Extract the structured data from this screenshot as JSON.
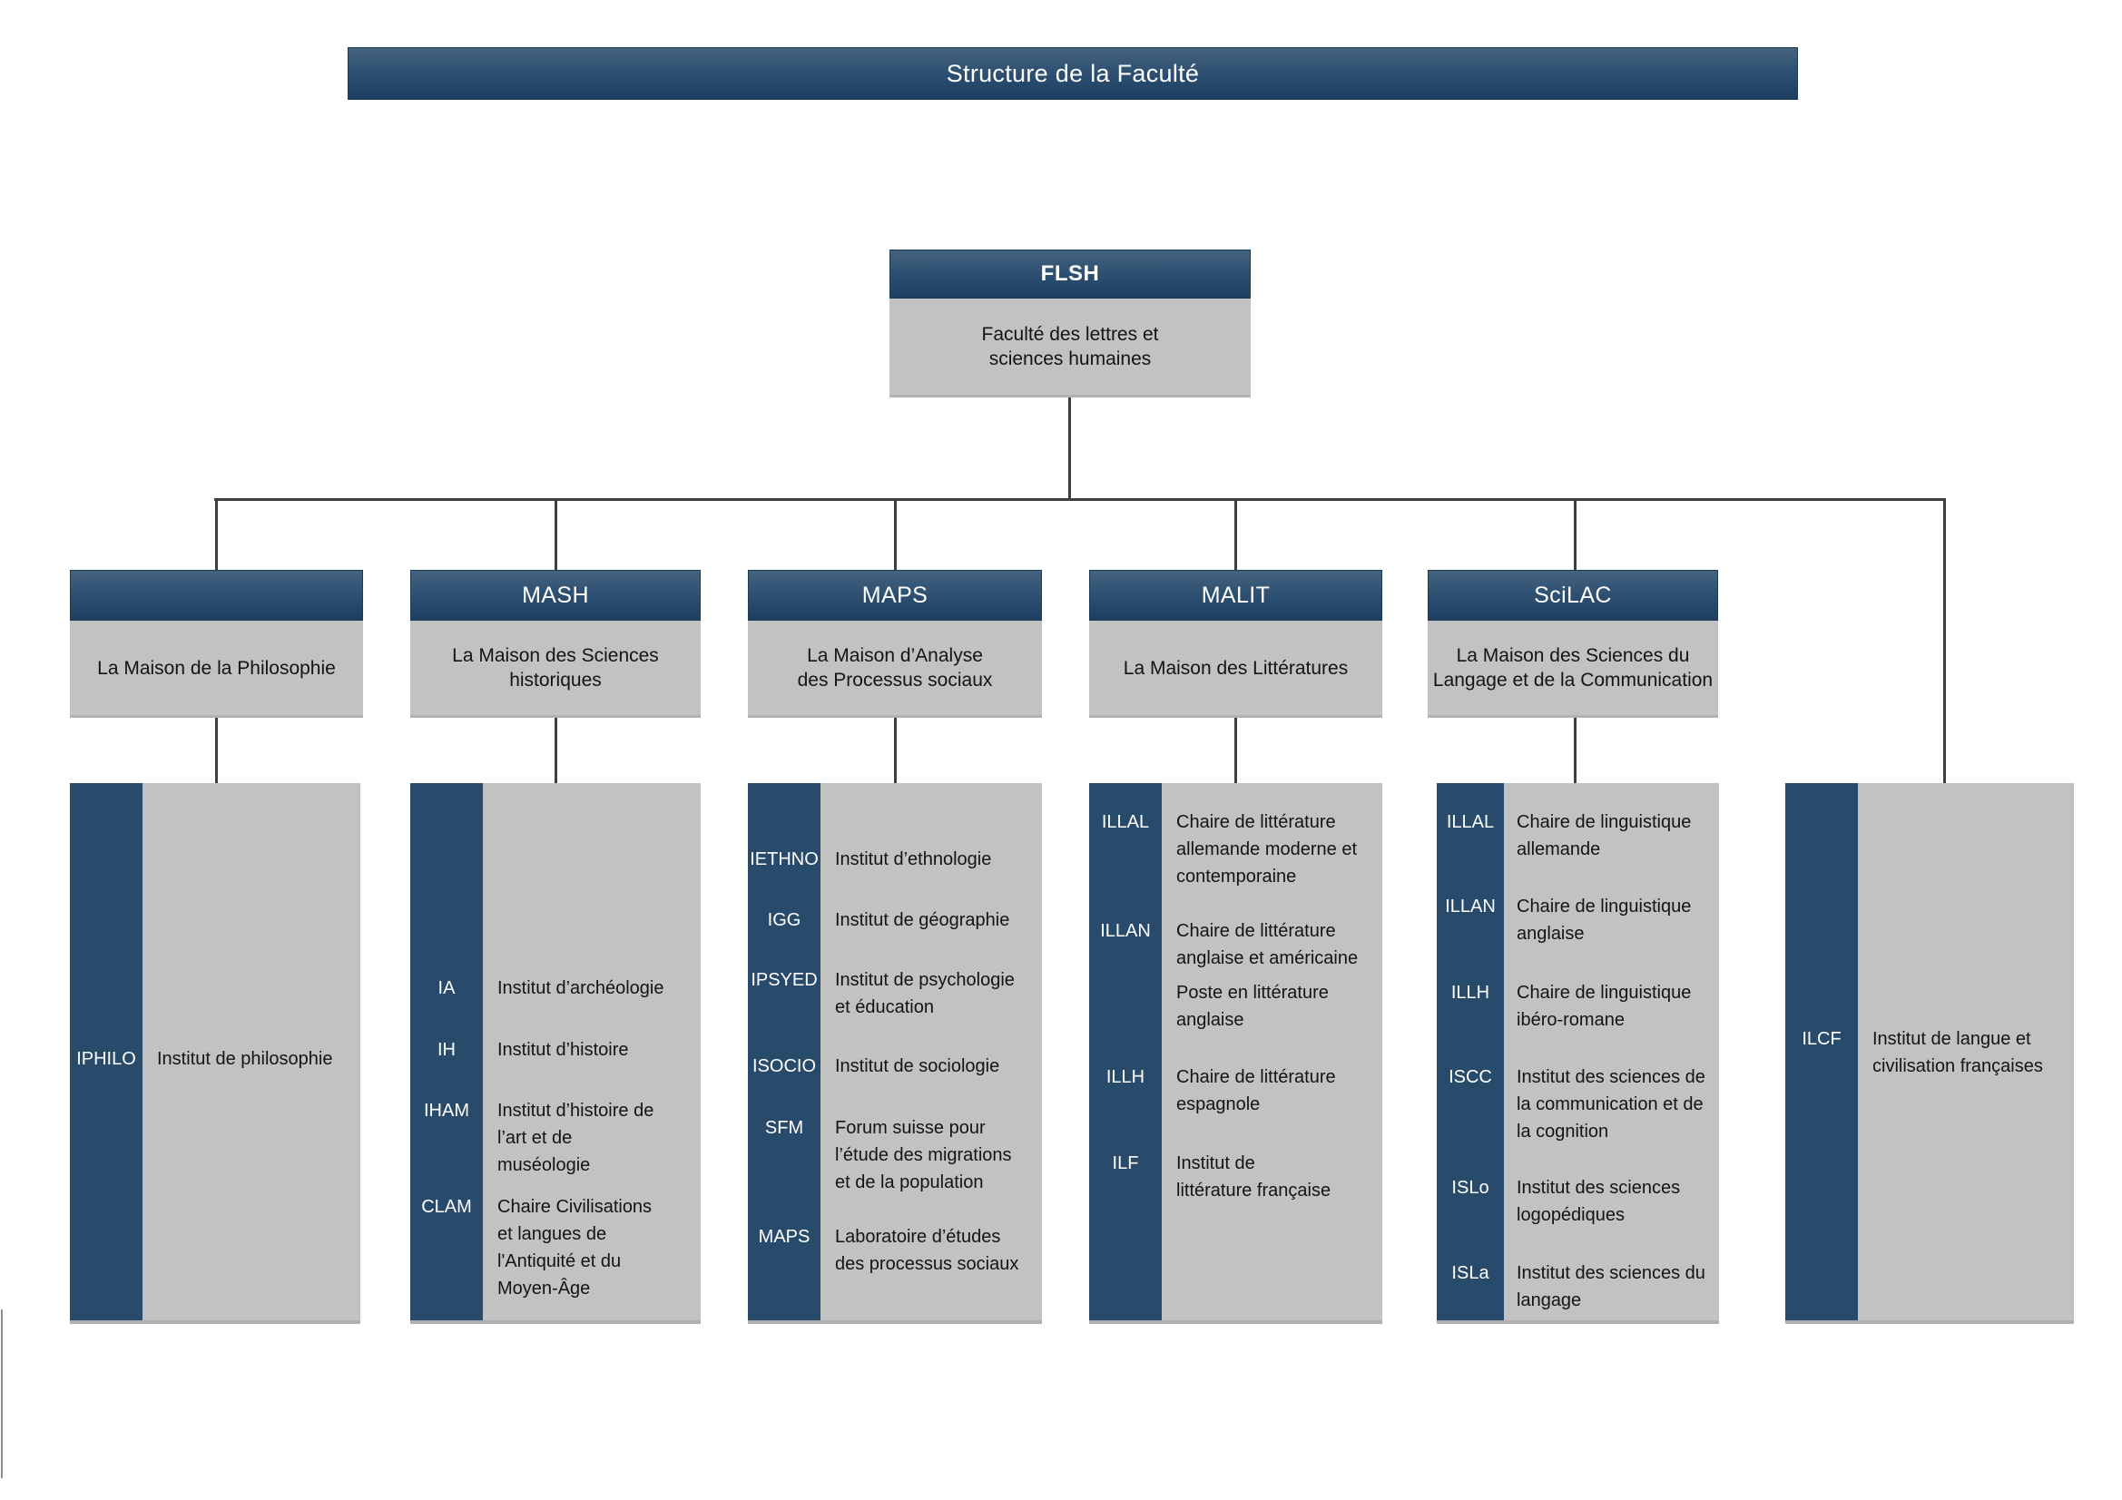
{
  "title": "Structure de la Faculté",
  "root": {
    "code": "FLSH",
    "name": "Faculté des lettres et\nsciences humaines"
  },
  "maisons": [
    {
      "code": "",
      "name": "La Maison de la Philosophie",
      "institutes": [
        {
          "code": "IPHILO",
          "text": "Institut de philosophie"
        }
      ]
    },
    {
      "code": "MASH",
      "name": "La Maison des Sciences\nhistoriques",
      "institutes": [
        {
          "code": "IA",
          "text": "Institut d’archéologie"
        },
        {
          "code": "IH",
          "text": "Institut d’histoire"
        },
        {
          "code": "IHAM",
          "text": "Institut d’histoire de\nl’art et de\nmuséologie"
        },
        {
          "code": "CLAM",
          "text": "Chaire Civilisations\net langues de\nl'Antiquité et du\nMoyen-Âge"
        }
      ]
    },
    {
      "code": "MAPS",
      "name": "La Maison d’Analyse\ndes Processus sociaux",
      "institutes": [
        {
          "code": "IETHNO",
          "text": "Institut d’ethnologie"
        },
        {
          "code": "IGG",
          "text": "Institut de géographie"
        },
        {
          "code": "IPSYED",
          "text": "Institut de psychologie\net éducation"
        },
        {
          "code": "ISOCIO",
          "text": "Institut de sociologie"
        },
        {
          "code": "SFM",
          "text": "Forum suisse pour\nl’étude des migrations\net de la population"
        },
        {
          "code": "MAPS",
          "text": "Laboratoire d’études\ndes processus sociaux"
        }
      ]
    },
    {
      "code": "MALIT",
      "name": "La Maison des Littératures",
      "institutes": [
        {
          "code": "ILLAL",
          "text": "Chaire de littérature\nallemande moderne et\ncontemporaine"
        },
        {
          "code": "ILLAN",
          "text": "Chaire de littérature\nanglaise et américaine"
        },
        {
          "code": "",
          "text": "Poste en littérature\nanglaise"
        },
        {
          "code": "ILLH",
          "text": "Chaire de littérature\nespagnole"
        },
        {
          "code": "ILF",
          "text": "Institut de\nlittérature française"
        }
      ]
    },
    {
      "code": "SciLAC",
      "name": "La Maison des Sciences du\nLangage et de la Communication",
      "institutes": [
        {
          "code": "ILLAL",
          "text": "Chaire de linguistique\nallemande"
        },
        {
          "code": "ILLAN",
          "text": "Chaire de linguistique\nanglaise"
        },
        {
          "code": "ILLH",
          "text": "Chaire de linguistique\nibéro-romane"
        },
        {
          "code": "ISCC",
          "text": "Institut des sciences de\nla communication et de\nla cognition"
        },
        {
          "code": "ISLo",
          "text": "Institut des sciences\nlogopédiques"
        },
        {
          "code": "ISLa",
          "text": "Institut des sciences du\nlangage"
        }
      ]
    }
  ],
  "ilcf": {
    "code": "ILCF",
    "text": "Institut de langue et\ncivilisation françaises"
  },
  "colors": {
    "header_blue_top": "#44637f",
    "header_blue_bottom": "#1e3f60",
    "sidebar_blue": "#294b6b",
    "panel_gray": "#c2c2c2",
    "connector": "#3f3f3f"
  }
}
